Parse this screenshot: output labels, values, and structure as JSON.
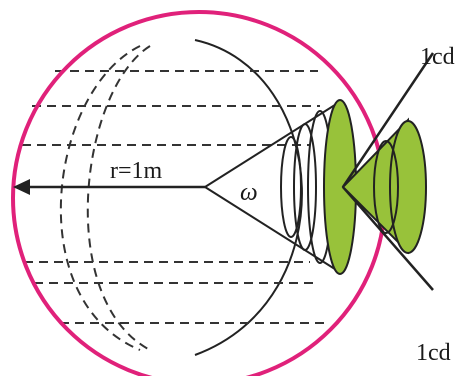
{
  "labels": {
    "radius": "r=1m",
    "angle": "ω",
    "top_intensity": "1cd",
    "bottom_intensity": "1cd"
  },
  "colors": {
    "sphere_outline": "#e0217a",
    "cone_fill": "#98c23a",
    "line": "#222222"
  }
}
